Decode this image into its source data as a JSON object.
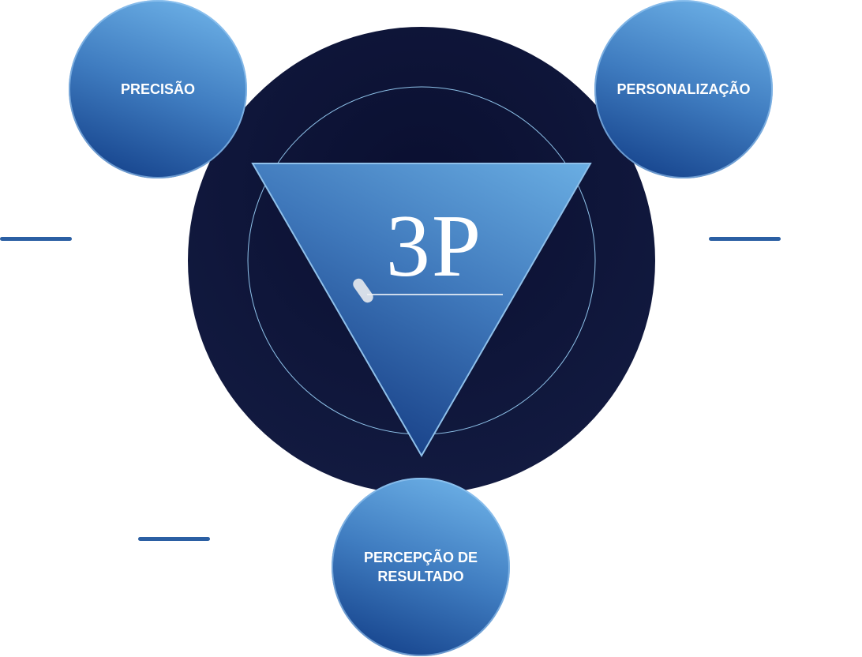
{
  "center": {
    "logo_text": "3P",
    "logo_icon": "pill-icon"
  },
  "nodes": [
    {
      "label": "PRECISÃO"
    },
    {
      "label": "PERSONALIZAÇÃO"
    },
    {
      "label": "PERCEPÇÃO DE RESULTADO"
    }
  ],
  "colors": {
    "dark": "#0b1030",
    "accent": "#2b5fa3",
    "light": "#73b8ec"
  }
}
